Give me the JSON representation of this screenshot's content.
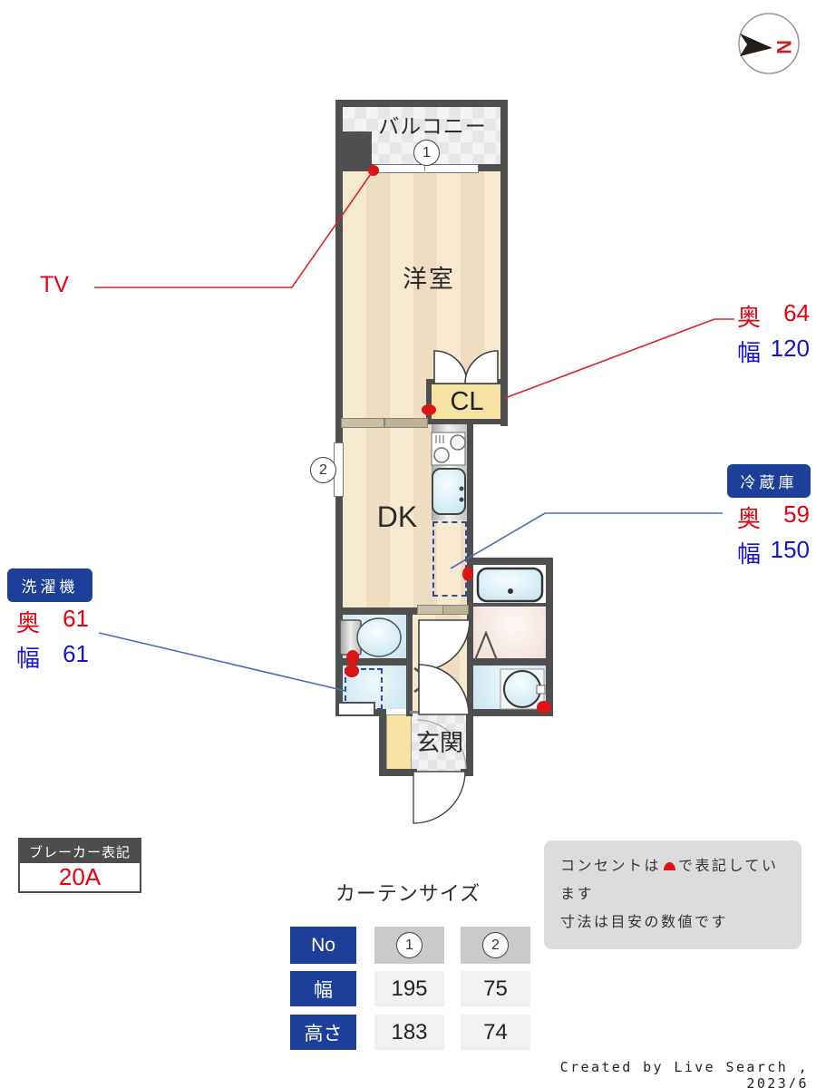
{
  "compass": {
    "north": "N"
  },
  "rooms": {
    "balcony": "バルコニー",
    "western_room": "洋室",
    "closet": "CL",
    "dining_kitchen": "DK",
    "entrance": "玄関"
  },
  "curtain_markers": {
    "one": "1",
    "two": "2"
  },
  "annotations": {
    "tv": "TV",
    "closet_size": {
      "depth_label": "奥",
      "depth_value": "64",
      "width_label": "幅",
      "width_value": "120"
    },
    "fridge": {
      "title": "冷蔵庫",
      "depth_label": "奥",
      "depth_value": "59",
      "width_label": "幅",
      "width_value": "150"
    },
    "washer": {
      "title": "洗濯機",
      "depth_label": "奥",
      "depth_value": "61",
      "width_label": "幅",
      "width_value": "61"
    }
  },
  "breaker": {
    "title": "ブレーカー表記",
    "value": "20A"
  },
  "curtain_table": {
    "title": "カーテンサイズ",
    "header_label": "No",
    "rows": [
      {
        "label": "幅",
        "v1": "195",
        "v2": "75"
      },
      {
        "label": "高さ",
        "v1": "183",
        "v2": "74"
      }
    ]
  },
  "note": {
    "line1_before": "コンセントは",
    "line1_after": "で表記しています",
    "line2": "寸法は目安の数値です"
  },
  "credit": "Created by Live Search , 2023/6",
  "colors": {
    "wall": "#4f4f4f",
    "accent_red": "#e60012",
    "accent_blue": "#1414cc",
    "badge_blue": "#1d3f99"
  }
}
